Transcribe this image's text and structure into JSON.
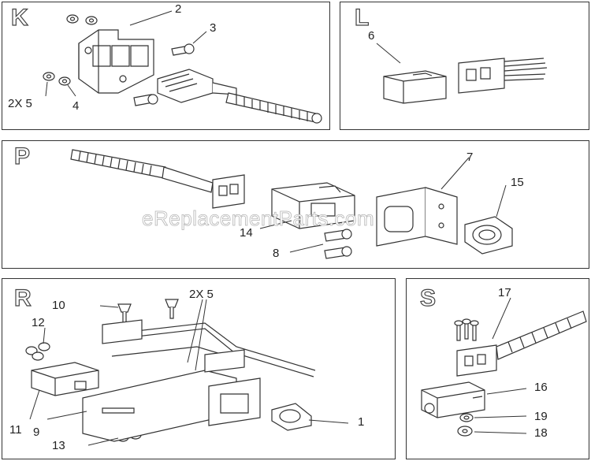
{
  "watermark": "eReplacementParts.com",
  "panels": {
    "K": {
      "letter": "K",
      "callouts": {
        "c2": "2",
        "c3": "3",
        "c2x5": "2X 5",
        "c4": "4"
      }
    },
    "L": {
      "letter": "L",
      "callouts": {
        "c6": "6"
      }
    },
    "P": {
      "letter": "P",
      "callouts": {
        "c7": "7",
        "c15": "15",
        "c14": "14",
        "c8": "8"
      }
    },
    "R": {
      "letter": "R",
      "callouts": {
        "c10": "10",
        "c2x5": "2X 5",
        "c12": "12",
        "c1": "1",
        "c11": "11",
        "c9": "9",
        "c13": "13"
      }
    },
    "S": {
      "letter": "S",
      "callouts": {
        "c17": "17",
        "c16": "16",
        "c19": "19",
        "c18": "18"
      }
    }
  }
}
